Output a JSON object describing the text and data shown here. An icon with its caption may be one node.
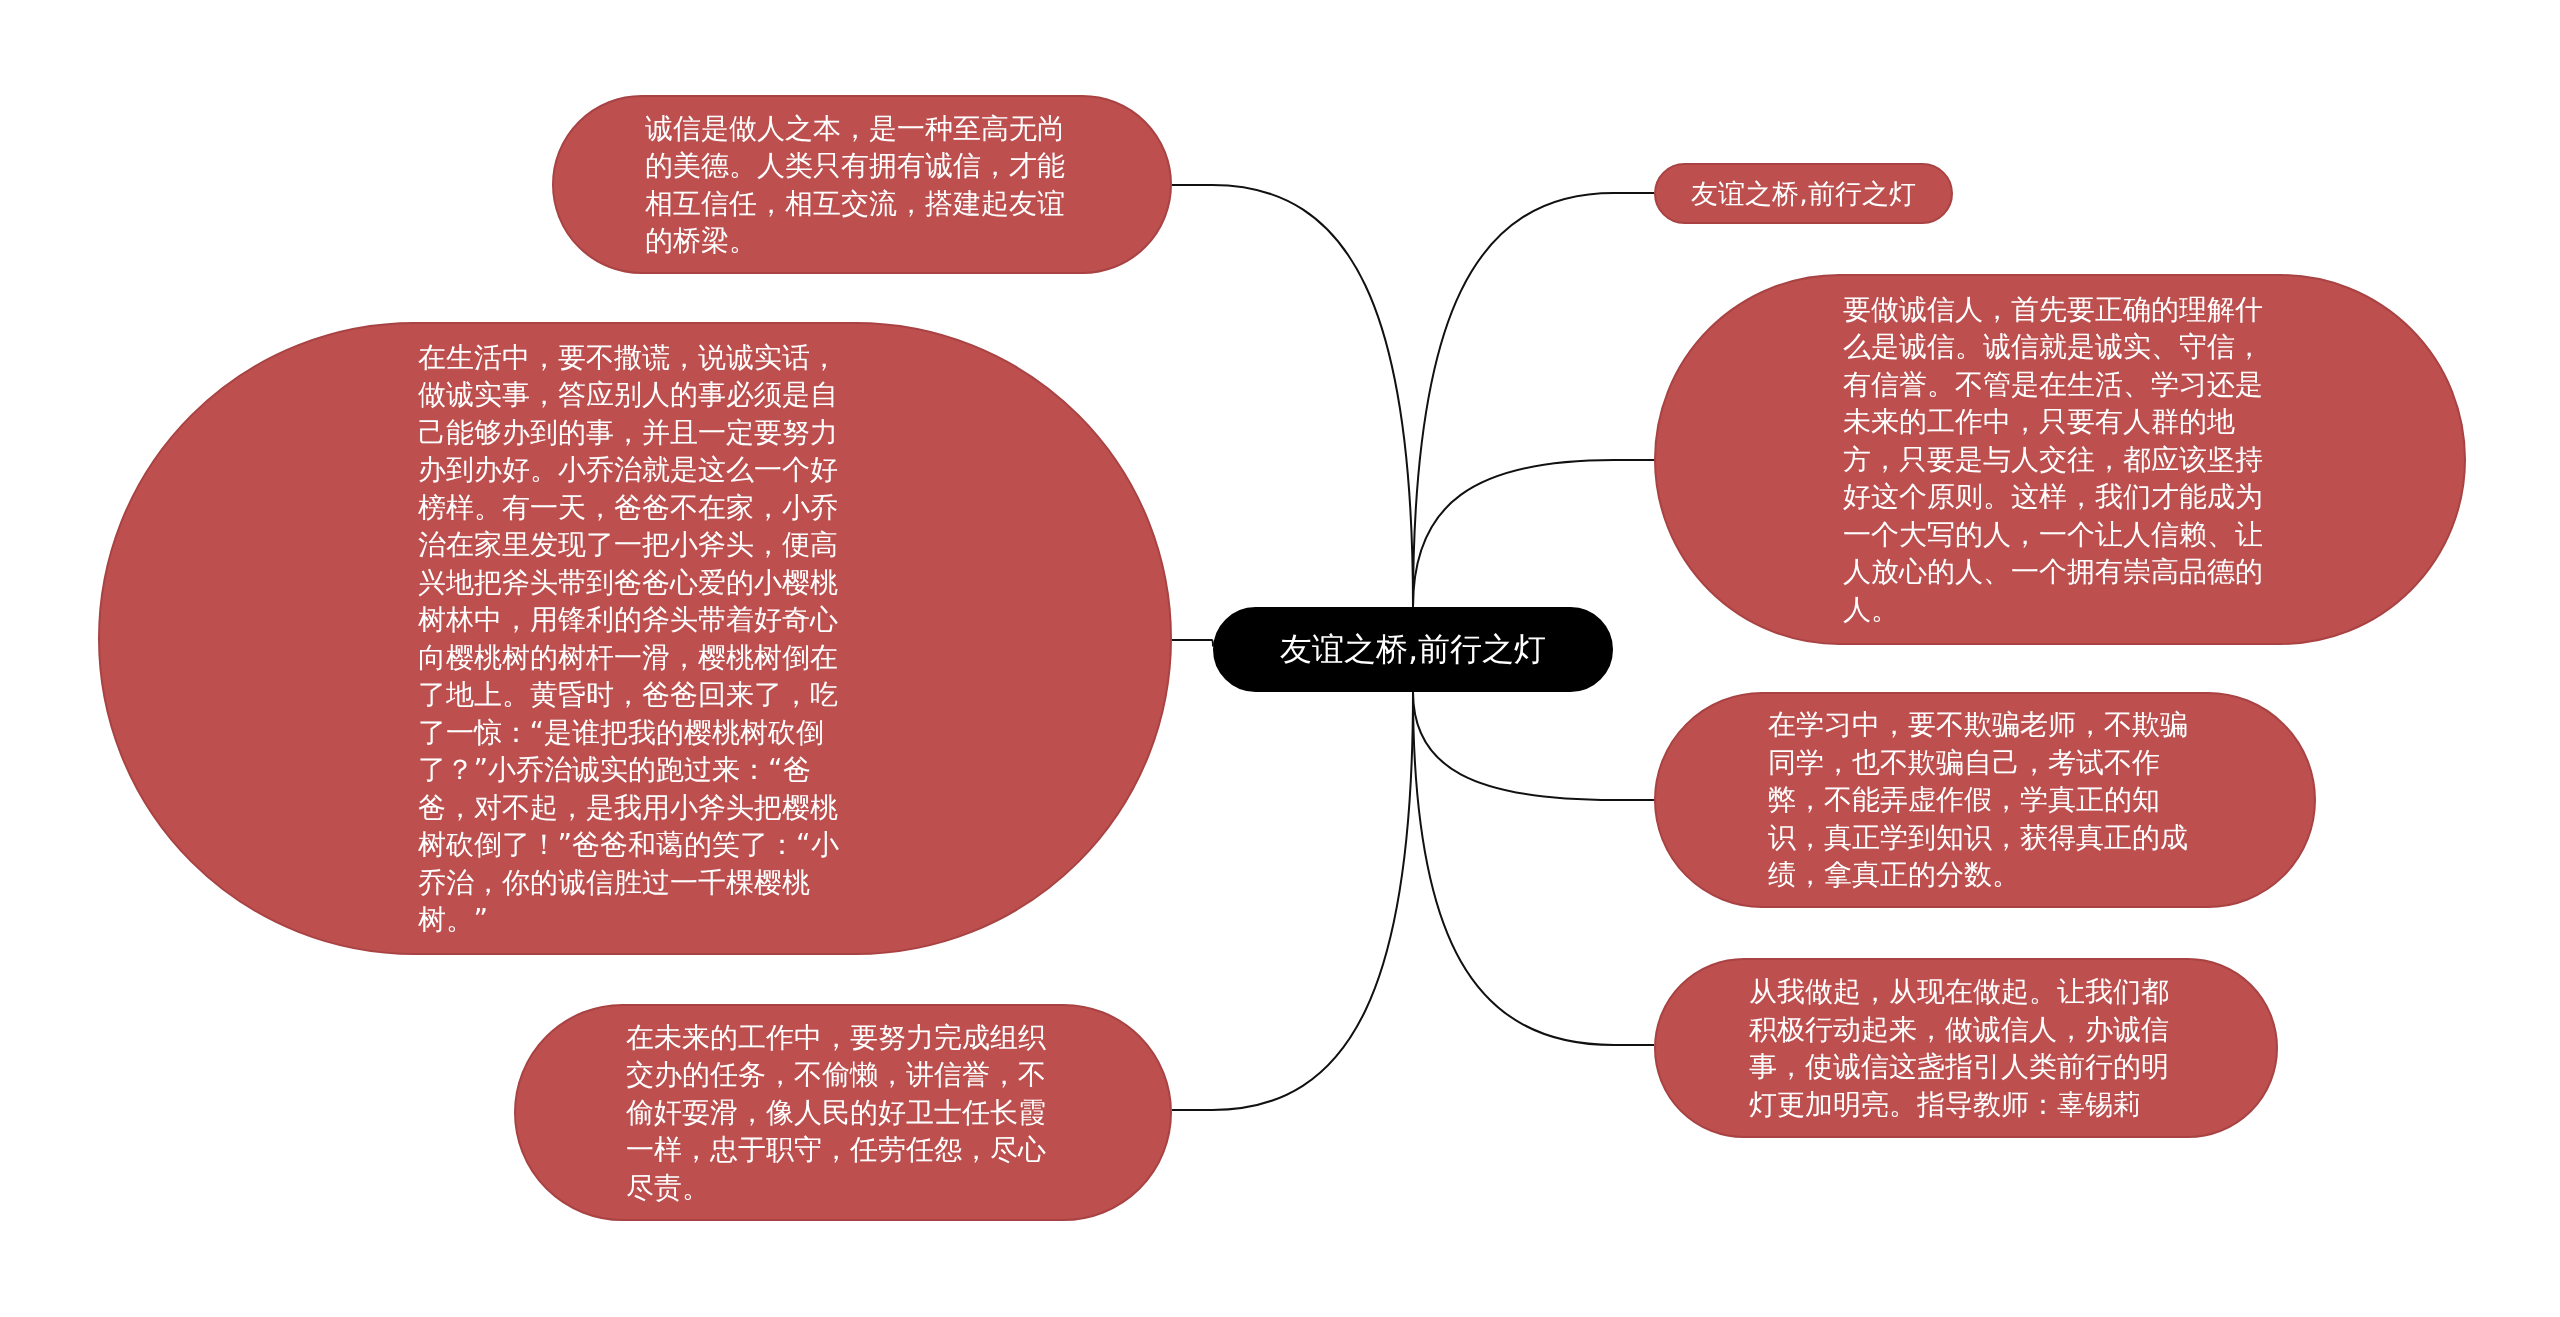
{
  "diagram": {
    "nodes": [
      {
        "text": [
          "友谊之桥,前行之灯"
        ]
      },
      {
        "text": [
          "诚信是做人之本，是一种至高无尚的美德。人类只有拥有诚信，才能相互信任，相互交流，搭建起友谊的桥梁。"
        ]
      },
      {
        "text": [
          "在生活中，要不撒谎，说诚实话，做诚实事，答应别人的事必须是自己能够办到的事，并且一定要努力办到办好。小乔治就是这么一个好榜样。有一天，爸爸不在家，小乔治在家里发现了一把小斧头，便高兴地把斧头带到爸爸心爱的小樱桃树林中，用锋利的斧头带着好奇心向樱桃树的树杆一滑，樱桃树倒在了地上。黄昏时，爸爸回来了，吃了一惊：“是谁把我的樱桃树砍倒了？”小乔治诚实的跑过来：“爸爸，对不起，是我用小斧头把樱桃树砍倒了！”爸爸和蔼的笑了：“小乔治，你的诚信胜过一千棵樱桃树。”"
        ]
      },
      {
        "text": [
          "在未来的工作中，要努力完成组织交办的任务，不偷懒，讲信誉，不偷奸耍滑，像人民的好卫士任长霞一样，忠于职守，任劳任怨，尽心尽责。"
        ]
      },
      {
        "text": [
          "友谊之桥,前行之灯"
        ]
      },
      {
        "text": [
          "要做诚信人，首先要正确的理解什么是诚信。诚信就是诚实、守信，有信誉。不管是在生活、学习还是未来的工作中，只要有人群的地方，只要是与人交往，都应该坚持好这个原则。这样，我们才能成为一个大写的人，一个让人信赖、让人放心的人、一个拥有崇高品德的人。"
        ]
      },
      {
        "text": [
          "在学习中，要不欺骗老师，不欺骗同学，也不欺骗自己，考试不作弊，不能弄虚作假，学真正的知识，真正学到知识，获得真正的成绩，拿真正的分数。"
        ]
      },
      {
        "text": [
          "从我做起，从现在做起。让我们都积极行动起来，做诚信人，办诚信事，使诚信这盏指引人类前行的明灯更加明亮。指导教师：辜锡莉"
        ]
      }
    ],
    "edges": [
      {
        "from": 0,
        "to": 1,
        "arrow": "none"
      },
      {
        "from": 0,
        "to": 2,
        "arrow": "none"
      },
      {
        "from": 0,
        "to": 3,
        "arrow": "none"
      },
      {
        "from": 0,
        "to": 4,
        "arrow": "none"
      },
      {
        "from": 0,
        "to": 5,
        "arrow": "none"
      },
      {
        "from": 0,
        "to": 6,
        "arrow": "none"
      },
      {
        "from": 0,
        "to": 7,
        "arrow": "none"
      }
    ]
  }
}
